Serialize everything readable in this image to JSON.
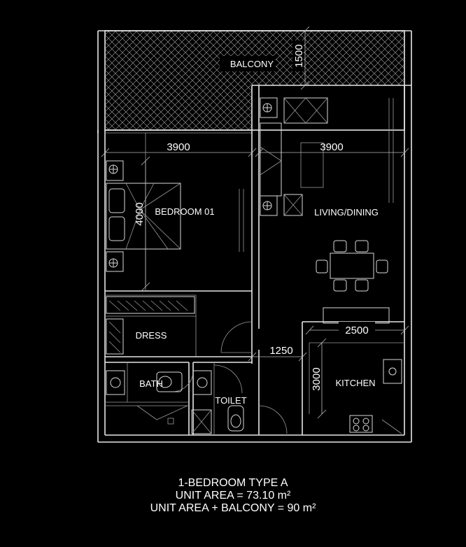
{
  "rooms": {
    "balcony": "BALCONY",
    "bedroom": "BEDROOM 01",
    "living": "LIVING/DINING",
    "dress": "DRESS",
    "bath": "BATH",
    "toilet": "TOILET",
    "kitchen": "KITCHEN"
  },
  "dimensions": {
    "balcony_depth": "1500",
    "bedroom_width": "3900",
    "bedroom_depth": "4000",
    "living_width": "3900",
    "corridor": "1250",
    "kitchen_width": "2500",
    "kitchen_depth": "3000"
  },
  "caption": {
    "line1": "1-BEDROOM TYPE A",
    "line2": "UNIT AREA = 73.10 m²",
    "line3": "UNIT AREA + BALCONY = 90 m²"
  }
}
